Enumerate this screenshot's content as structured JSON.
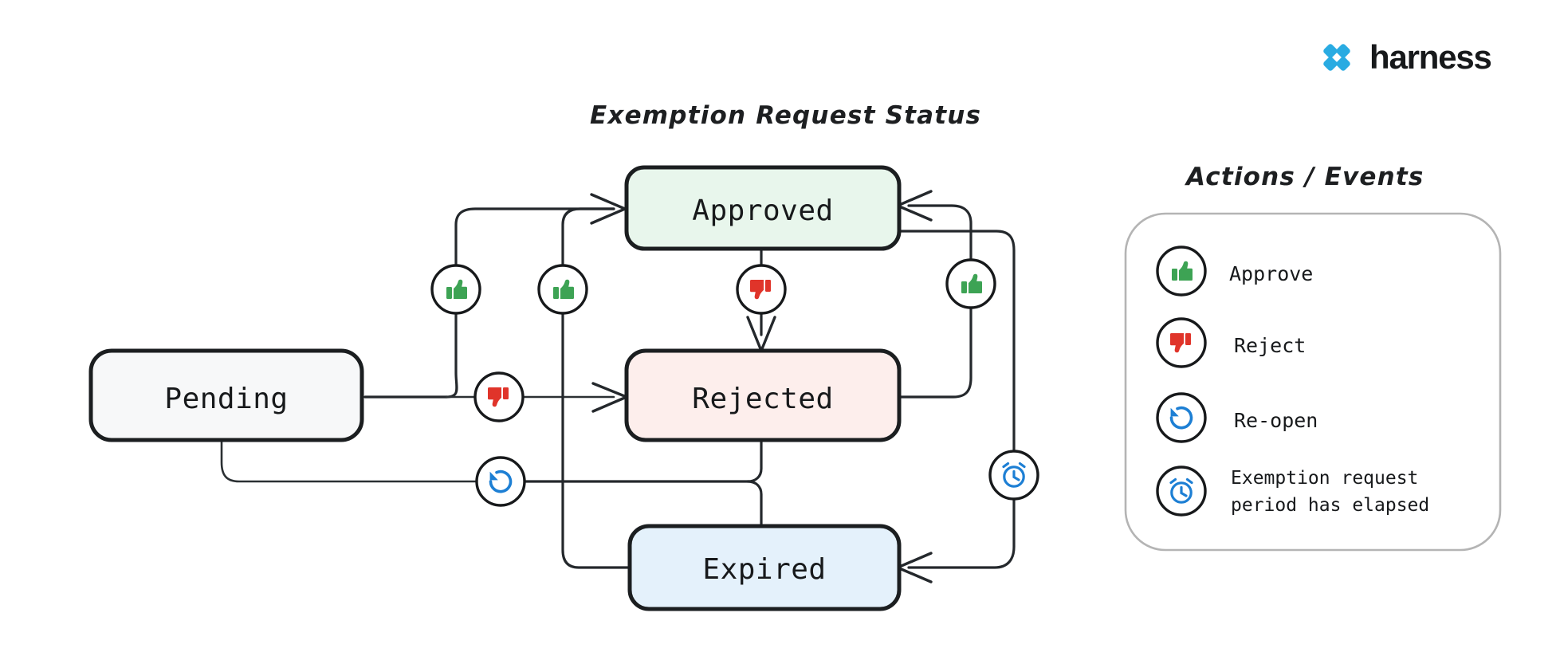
{
  "brand": {
    "name": "harness",
    "logo_icon": "harness-diamond-logo",
    "logo_color": "#29abe2"
  },
  "diagram": {
    "title": "Exemption Request Status",
    "type": "state-machine",
    "nodes": [
      {
        "id": "pending",
        "label": "Pending",
        "fill": "#f7f8f9",
        "stroke": "#1b1e20"
      },
      {
        "id": "approved",
        "label": "Approved",
        "fill": "#e8f6ec",
        "stroke": "#1b1e20"
      },
      {
        "id": "rejected",
        "label": "Rejected",
        "fill": "#fdeeec",
        "stroke": "#1b1e20"
      },
      {
        "id": "expired",
        "label": "Expired",
        "fill": "#e4f1fb",
        "stroke": "#1b1e20"
      }
    ],
    "transitions": [
      {
        "from": "pending",
        "to": "approved",
        "action": "approve"
      },
      {
        "from": "pending",
        "to": "rejected",
        "action": "reject"
      },
      {
        "from": "approved",
        "to": "rejected",
        "action": "reject"
      },
      {
        "from": "rejected",
        "to": "approved",
        "action": "approve"
      },
      {
        "from": "expired",
        "to": "approved",
        "action": "approve"
      },
      {
        "from": "approved",
        "to": "expired",
        "action": "elapsed"
      },
      {
        "from": "rejected",
        "to": "pending",
        "action": "reopen"
      },
      {
        "from": "expired",
        "to": "pending",
        "action": "reopen"
      }
    ]
  },
  "legend": {
    "title": "Actions / Events",
    "items": [
      {
        "icon": "thumbs-up-icon",
        "color": "#3da354",
        "label": "Approve",
        "label2": ""
      },
      {
        "icon": "thumbs-down-icon",
        "color": "#e0342a",
        "label": "Reject",
        "label2": ""
      },
      {
        "icon": "reopen-icon",
        "color": "#1d7fd4",
        "label": "Re-open",
        "label2": ""
      },
      {
        "icon": "alarm-clock-icon",
        "color": "#1d7fd4",
        "label": "Exemption request",
        "label2": "period has elapsed"
      }
    ]
  }
}
